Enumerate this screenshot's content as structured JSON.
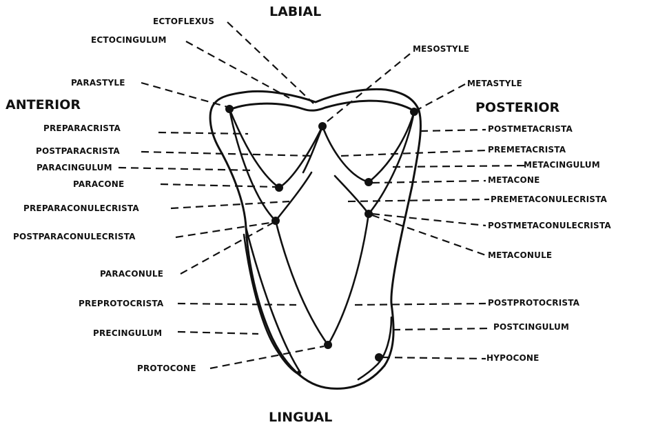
{
  "directions": {
    "labial": "LABIAL",
    "lingual": "LINGUAL",
    "anterior": "ANTERIOR",
    "posterior": "POSTERIOR"
  },
  "labels": {
    "ectoflexus": "ECTOFLEXUS",
    "ectocingulum": "ECTOCINGULUM",
    "mesostyle": "MESOSTYLE",
    "parastyle": "PARASTYLE",
    "metastyle": "METASTYLE",
    "preparacrista": "PREPARACRISTA",
    "postparacrista": "POSTPARACRISTA",
    "paracingulum": "PARACINGULUM",
    "paracone": "PARACONE",
    "preparaconulecrista": "PREPARACONULECRISTA",
    "postparaconulecrista": "POSTPARACONULECRISTA",
    "paraconule": "PARACONULE",
    "preprotocrista": "PREPROTOCRISTA",
    "precingulum": "PRECINGULUM",
    "protocone": "PROTOCONE",
    "postmetacrista": "POSTMETACRISTA",
    "premetacrista": "PREMETACRISTA",
    "metacingulum": "METACINGULUM",
    "metacone": "METACONE",
    "premetaconulecrista": "PREMETACONULECRISTA",
    "postmetaconulecrista": "POSTMETACONULECRISTA",
    "metaconule": "METACONULE",
    "postprotocrista": "POSTPROTOCRISTA",
    "postcingulum": "POSTCINGULUM",
    "hypocone": "HYPOCONE"
  }
}
